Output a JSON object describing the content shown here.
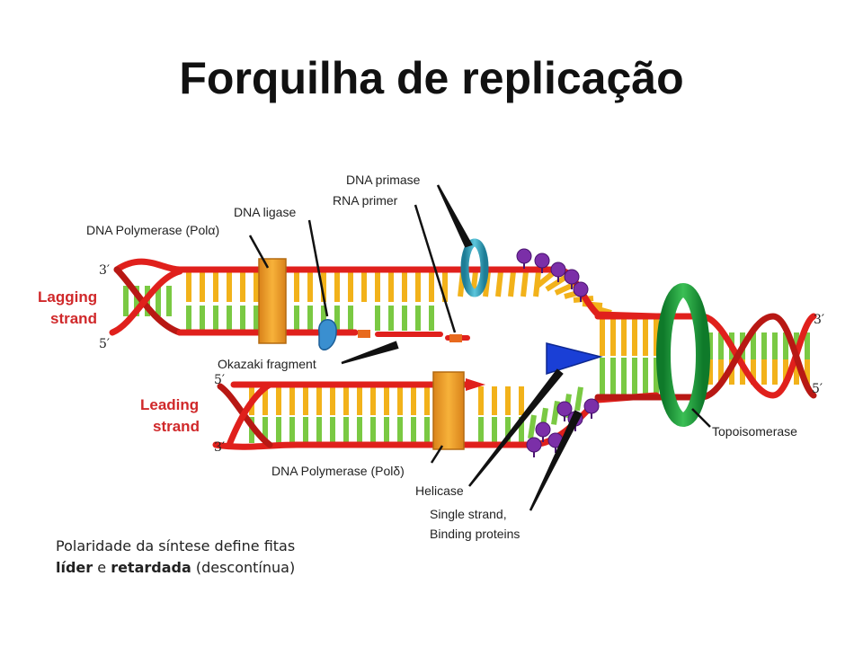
{
  "title": "Forquilha de replicação",
  "labels": {
    "dna_primase": "DNA primase",
    "rna_primer": "RNA primer",
    "dna_ligase": "DNA ligase",
    "dna_pol_alpha": "DNA Polymerase (Polα)",
    "okazaki": "Okazaki fragment",
    "dna_pol_delta": "DNA Polymerase (Polδ)",
    "helicase": "Helicase",
    "ssb_line1": "Single strand,",
    "ssb_line2": "Binding proteins",
    "topoisomerase": "Topoisomerase"
  },
  "strands": {
    "lagging_line1": "Lagging",
    "lagging_line2": "strand",
    "leading_line1": "Leading",
    "leading_line2": "strand"
  },
  "ends": {
    "lag_top": "3′",
    "lag_bottom": "5′",
    "lead_top": "5′",
    "lead_bottom": "3′",
    "right_top": "3′",
    "right_bottom": "5′"
  },
  "caption": {
    "line1": "Polaridade da síntese define fitas",
    "word_lider": "líder",
    "word_e": " e ",
    "word_retardada": "retardada",
    "tail": " (descontínua)"
  },
  "colors": {
    "backbone": "#e0201c",
    "base_yellow": "#f2b21a",
    "base_green": "#7ac943",
    "polymerase": "#f39c1e",
    "primase": "#2a9bb5",
    "ligase": "#3a8fd0",
    "helicase": "#1a3fd6",
    "topoisomerase": "#1f9a3a",
    "ssb": "#7b2fa8"
  }
}
